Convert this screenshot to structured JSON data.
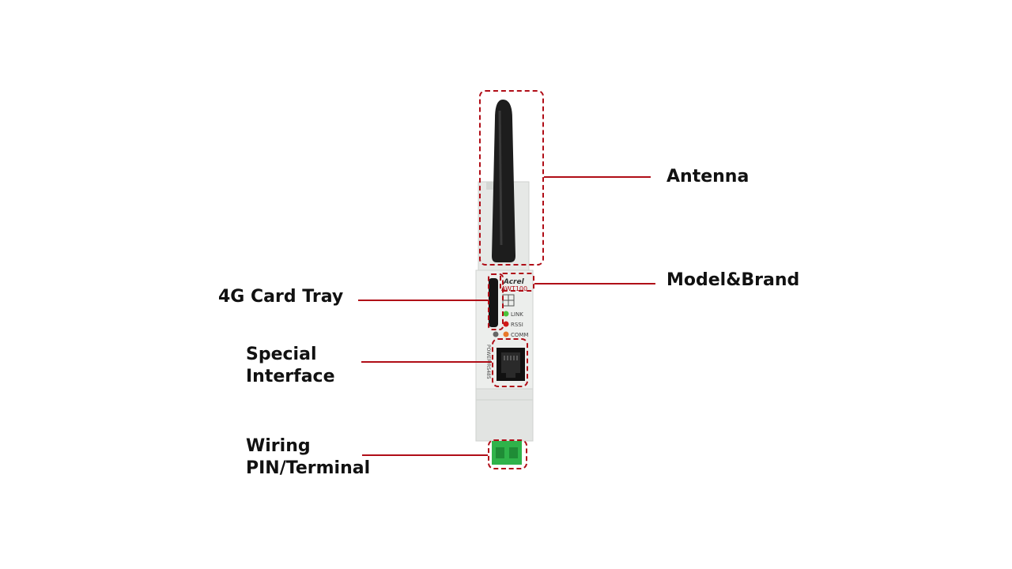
{
  "colors": {
    "accent": "#b00d17",
    "housing": "#e4e6e4",
    "antenna": "#1a1a1a",
    "led_link": "#4cc23c",
    "led_rssi": "#d01818",
    "led_comm": "#e8782a",
    "terminal": "#2fb34a"
  },
  "callouts": {
    "antenna": "Antenna",
    "model_brand": "Model&Brand",
    "card_tray": "4G Card Tray",
    "special_interface": [
      "Special",
      "Interface"
    ],
    "wiring": [
      "Wiring",
      "PIN/Terminal"
    ]
  },
  "device": {
    "brand": "Acrel",
    "model": "AWT100",
    "leds": [
      "LINK",
      "RSSI",
      "COMM"
    ],
    "port_label": "POWER/RS485"
  },
  "icons": [
    "antenna-icon",
    "sim-card-slot-icon",
    "rj45-port-icon",
    "terminal-block-icon"
  ]
}
